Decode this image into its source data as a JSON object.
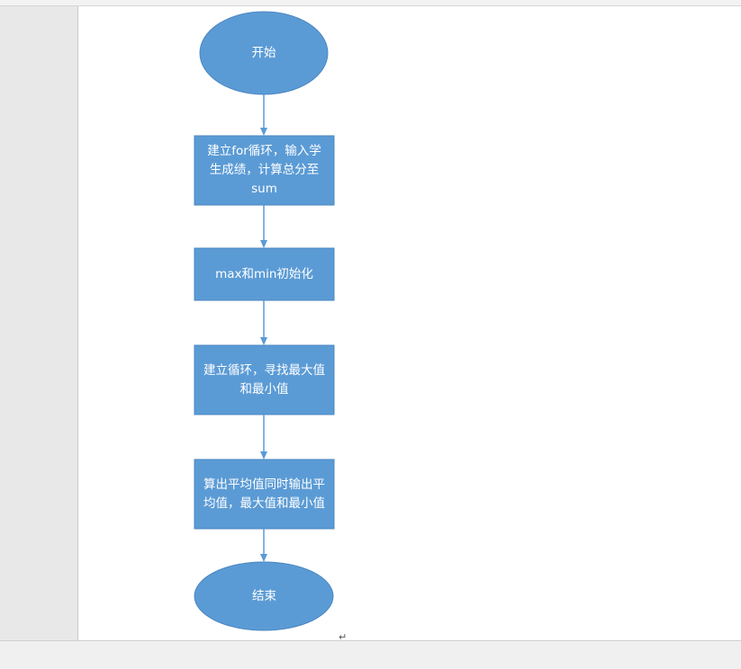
{
  "flowchart": {
    "nodes": [
      {
        "id": "start",
        "shape": "ellipse",
        "label": "开始"
      },
      {
        "id": "init-loop",
        "shape": "rect",
        "label": "建立for循环，输入学生成绩，计算总分至sum"
      },
      {
        "id": "init-minmax",
        "shape": "rect",
        "label": "max和min初始化"
      },
      {
        "id": "find-extremes",
        "shape": "rect",
        "label": "建立循环，寻找最大值和最小值"
      },
      {
        "id": "output",
        "shape": "rect",
        "label": "算出平均值同时输出平均值，最大值和最小值"
      },
      {
        "id": "end",
        "shape": "ellipse",
        "label": "结束"
      }
    ],
    "edges": [
      {
        "from": "start",
        "to": "init-loop"
      },
      {
        "from": "init-loop",
        "to": "init-minmax"
      },
      {
        "from": "init-minmax",
        "to": "find-extremes"
      },
      {
        "from": "find-extremes",
        "to": "output"
      },
      {
        "from": "output",
        "to": "end"
      }
    ]
  },
  "colors": {
    "fill": "#5b9bd5",
    "stroke": "#4a86c2",
    "connector": "#5b9bd5"
  }
}
